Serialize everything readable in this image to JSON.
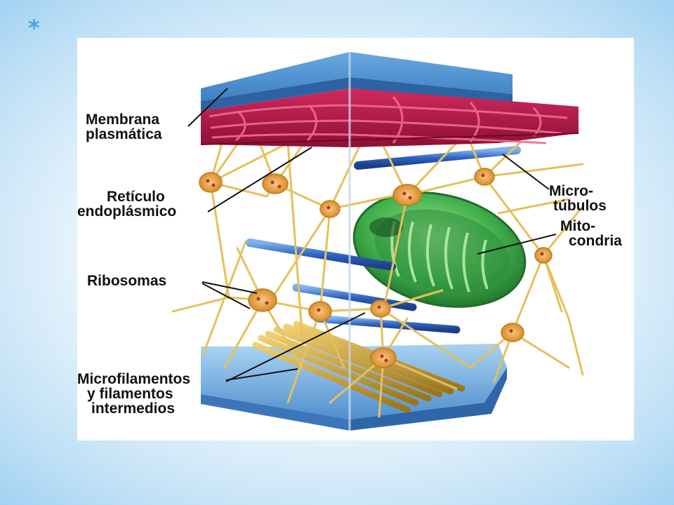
{
  "slide": {
    "bullet": "*"
  },
  "labels": {
    "membrana_line1": "Membrana",
    "membrana_line2": "plasmática",
    "reticulo_line1": "Retículo",
    "reticulo_line2": "endoplásmico",
    "ribosomas": "Ribosomas",
    "microfilamentos_line1": "Microfilamentos",
    "microfilamentos_line2": "y filamentos",
    "microfilamentos_line3": "intermedios",
    "microtubulos_line1": "Micro-",
    "microtubulos_line2": "túbulos",
    "mitocondria_line1": "Mito-",
    "mitocondria_line2": "condria"
  },
  "colors": {
    "membrane_blue": "#4a8fd0",
    "reticulum_red": "#b0184a",
    "microtubule_blue": "#2f64c2",
    "mitochondria_green": "#3fae4a",
    "filament_yellow": "#e6c05a"
  }
}
